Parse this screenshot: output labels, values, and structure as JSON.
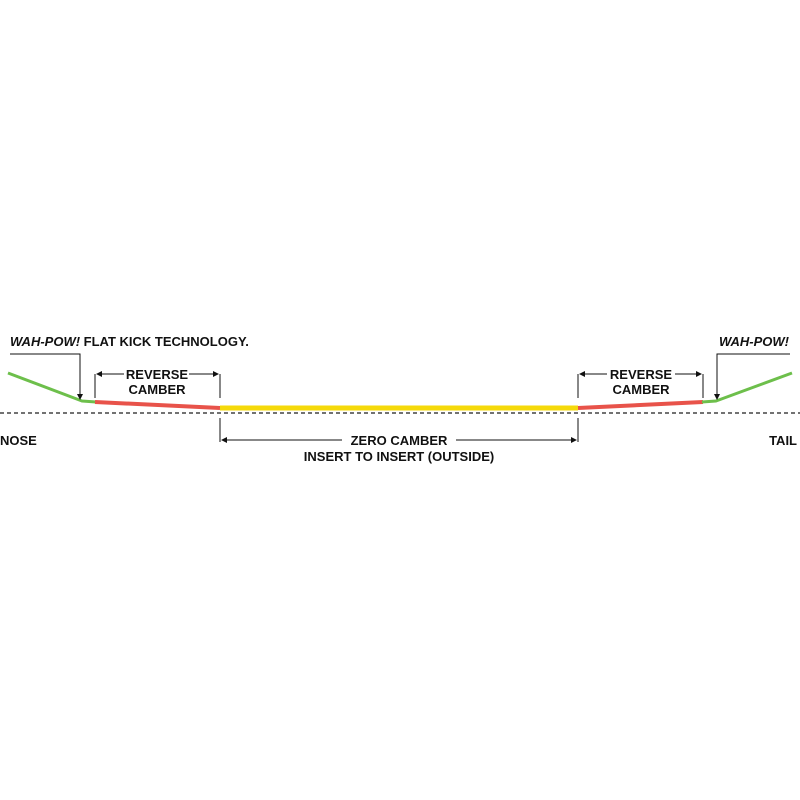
{
  "labels": {
    "nose_kick": {
      "emph": "WAH-POW!",
      "rest": " FLAT KICK TECHNOLOGY."
    },
    "tail_kick": "WAH-POW!",
    "reverse_left": [
      "REVERSE",
      "CAMBER"
    ],
    "reverse_right": [
      "REVERSE",
      "CAMBER"
    ],
    "zero_camber": [
      "ZERO CAMBER",
      "INSERT TO INSERT (OUTSIDE)"
    ],
    "nose": "NOSE",
    "tail": "TAIL"
  },
  "colors": {
    "kick": "#6dbf4b",
    "reverse_camber": "#e8534a",
    "zero_camber": "#f5d90a",
    "baseline": "#444444",
    "annotation": "#111111"
  }
}
